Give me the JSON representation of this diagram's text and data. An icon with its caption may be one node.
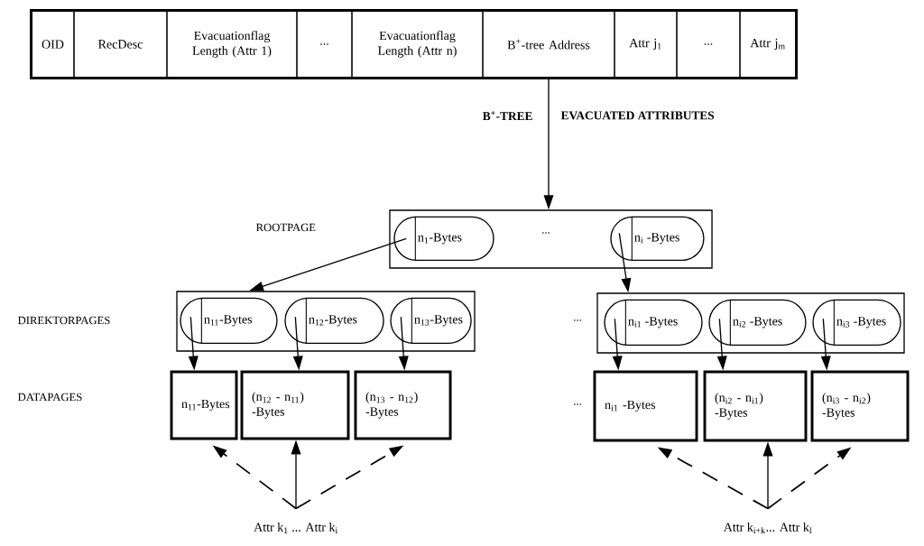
{
  "diagram": {
    "nodes": [
      {
        "text": [
          "OID"
        ]
      },
      {
        "text": [
          "RecDesc"
        ]
      },
      {
        "text": [
          "Evacuationflag Length (Attr 1)"
        ]
      },
      {
        "text": [
          "..."
        ]
      },
      {
        "text": [
          "Evacuationflag Length (Attr n)"
        ]
      },
      {
        "text": [
          "B$^{+}$-tree Address"
        ]
      },
      {
        "text": [
          "Attr j$_{1}$"
        ]
      },
      {
        "text": [
          "..."
        ]
      },
      {
        "text": [
          "Attr j$_{m}$"
        ]
      },
      {
        "text": [],
        "shape": "box"
      },
      {
        "text": [
          "n$_{1}$-Bytes"
        ],
        "in": 9
      },
      {
        "text": [
          "n$_{i}$ -Bytes"
        ],
        "in": 9
      },
      {
        "text": [],
        "shape": "box"
      },
      {
        "text": [
          "n$_{11}$-Bytes"
        ],
        "in": 12
      },
      {
        "text": [
          "n$_{12}$-Bytes"
        ],
        "in": 12
      },
      {
        "text": [
          "n$_{13}$-Bytes"
        ],
        "in": 12
      },
      {
        "text": [],
        "shape": "box"
      },
      {
        "text": [
          "n$_{i1}$ -Bytes"
        ],
        "in": 16
      },
      {
        "text": [
          "n$_{i2}$ -Bytes"
        ],
        "in": 16
      },
      {
        "text": [
          "n$_{i3}$ -Bytes"
        ],
        "in": 16
      },
      {
        "text": [
          "n$_{11}$-Bytes"
        ]
      },
      {
        "text": [
          "(n$_{12}$ - n$_{11}$) -Bytes"
        ]
      },
      {
        "text": [
          "(n$_{13}$ - n$_{12}$) -Bytes"
        ]
      },
      {
        "text": [
          "n$_{i1}$ -Bytes"
        ]
      },
      {
        "text": [
          "(n$_{i2}$ - n$_{i1}$) -Bytes"
        ]
      },
      {
        "text": [
          "(n$_{i3}$ - n$_{i2}$) -Bytes"
        ]
      },
      {
        "text": [
          "Attr k$_{1}$ ... Attr k$_{i}$"
        ]
      },
      {
        "text": [
          "Attr k$_{i+k}$... Attr k$_{l}$"
        ]
      }
    ],
    "edges": [
      {
        "from": 5,
        "to": 9,
        "arrow": "to"
      },
      {
        "from": 10,
        "to": 12,
        "arrow": "to"
      },
      {
        "from": 11,
        "to": 16,
        "arrow": "to"
      },
      {
        "from": 13,
        "to": 20,
        "arrow": "to"
      },
      {
        "from": 14,
        "to": 21,
        "arrow": "to"
      },
      {
        "from": 15,
        "to": 22,
        "arrow": "to"
      },
      {
        "from": 17,
        "to": 23,
        "arrow": "to"
      },
      {
        "from": 18,
        "to": 24,
        "arrow": "to"
      },
      {
        "from": 19,
        "to": 25,
        "arrow": "to"
      },
      {
        "from": 26,
        "to": 20,
        "arrow": "to",
        "style": "dashed"
      },
      {
        "from": 26,
        "to": 21,
        "arrow": "to"
      },
      {
        "from": 26,
        "to": 22,
        "arrow": "to",
        "style": "dashed"
      },
      {
        "from": 27,
        "to": 23,
        "arrow": "to",
        "style": "dashed"
      },
      {
        "from": 27,
        "to": 24,
        "arrow": "to"
      },
      {
        "from": 27,
        "to": 25,
        "arrow": "to",
        "style": "dashed"
      }
    ],
    "labels": [
      "B$^{+}$-TREE",
      "EVACUATED ATTRIBUTES",
      "ROOTPAGE",
      "...",
      "DIREKTORPAGES",
      "...",
      "DATAPAGES",
      "..."
    ]
  }
}
